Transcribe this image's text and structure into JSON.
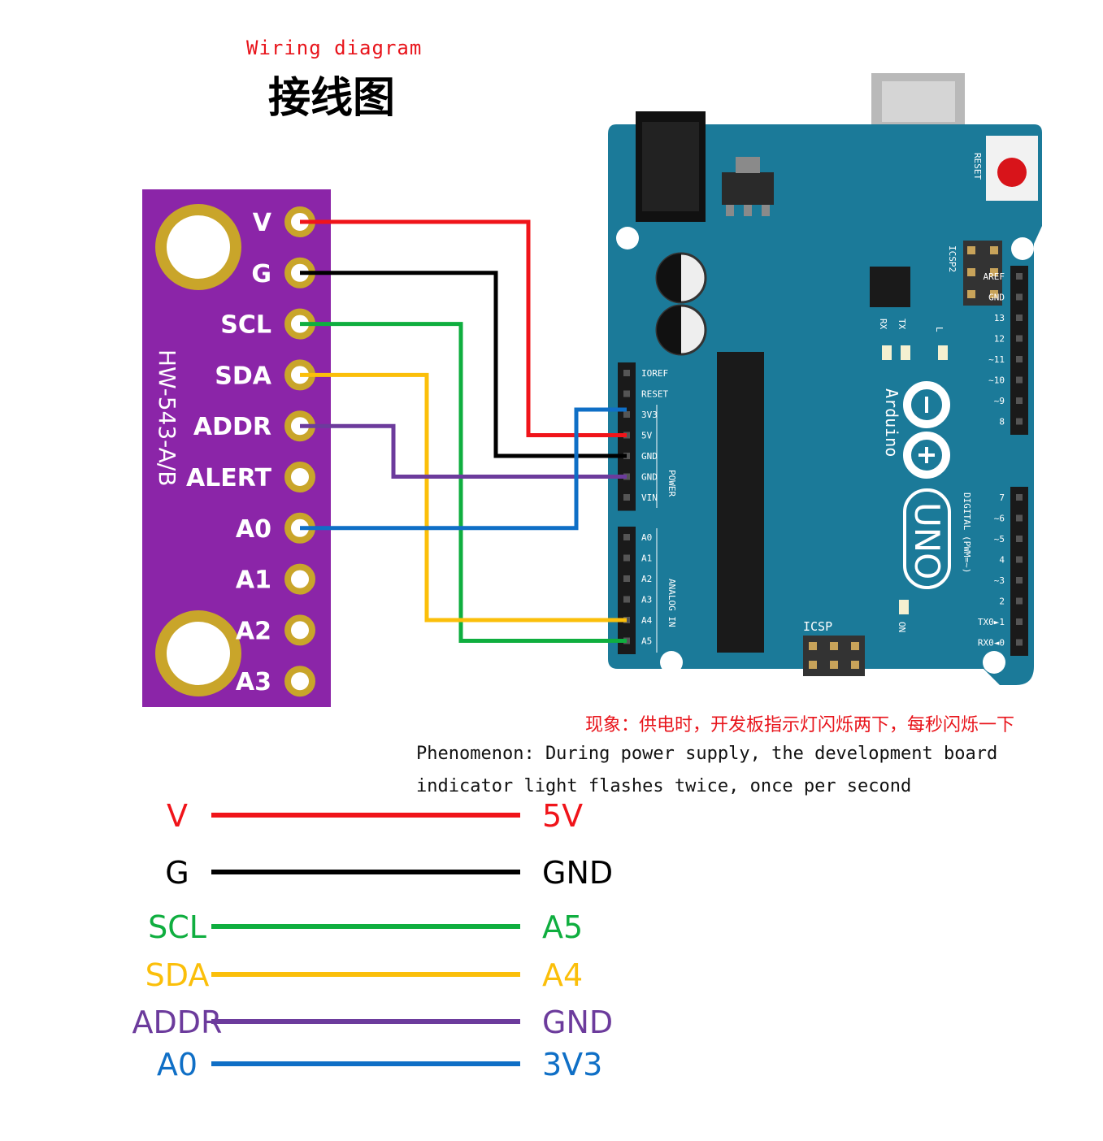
{
  "title": {
    "english": "Wiring diagram",
    "chinese": "接线图"
  },
  "module": {
    "name": "HW-543-A/B",
    "color": "#8b25a8",
    "pins": [
      "V",
      "G",
      "SCL",
      "SDA",
      "ADDR",
      "ALERT",
      "A0",
      "A1",
      "A2",
      "A3"
    ]
  },
  "arduino": {
    "color": "#1b7a99",
    "brand": "Arduino",
    "model": "UNO",
    "reset_label": "RESET",
    "icsp2_label": "ICSP2",
    "icsp_label": "ICSP",
    "on_label": "ON",
    "power_label": "POWER",
    "analog_label": "ANALOG IN",
    "digital_label": "DIGITAL (PWM=~)",
    "power_pins": [
      "IOREF",
      "RESET",
      "3V3",
      "5V",
      "GND",
      "GND",
      "VIN"
    ],
    "analog_pins": [
      "A0",
      "A1",
      "A2",
      "A3",
      "A4",
      "A5"
    ],
    "digital_pins_top": [
      "AREF",
      "GND",
      "13",
      "12",
      "~11",
      "~10",
      "~9",
      "8"
    ],
    "digital_pins_bottom": [
      "7",
      "~6",
      "~5",
      "4",
      "~3",
      "2",
      "TX0►1",
      "RX0◄0"
    ],
    "leds": [
      "RX",
      "TX",
      "L"
    ]
  },
  "phenomenon": {
    "chinese": "现象：供电时，开发板指示灯闪烁两下，每秒闪烁一下",
    "english": "Phenomenon: During power supply, the development board indicator light flashes twice, once per second"
  },
  "connections": [
    {
      "from": "V",
      "to": "5V",
      "color": "#f0141a"
    },
    {
      "from": "G",
      "to": "GND",
      "color": "#000000"
    },
    {
      "from": "SCL",
      "to": "A5",
      "color": "#0fae3f"
    },
    {
      "from": "SDA",
      "to": "A4",
      "color": "#fbbf0a"
    },
    {
      "from": "ADDR",
      "to": "GND",
      "color": "#6c3b9c"
    },
    {
      "from": "A0",
      "to": "3V3",
      "color": "#0f6fc6"
    }
  ]
}
